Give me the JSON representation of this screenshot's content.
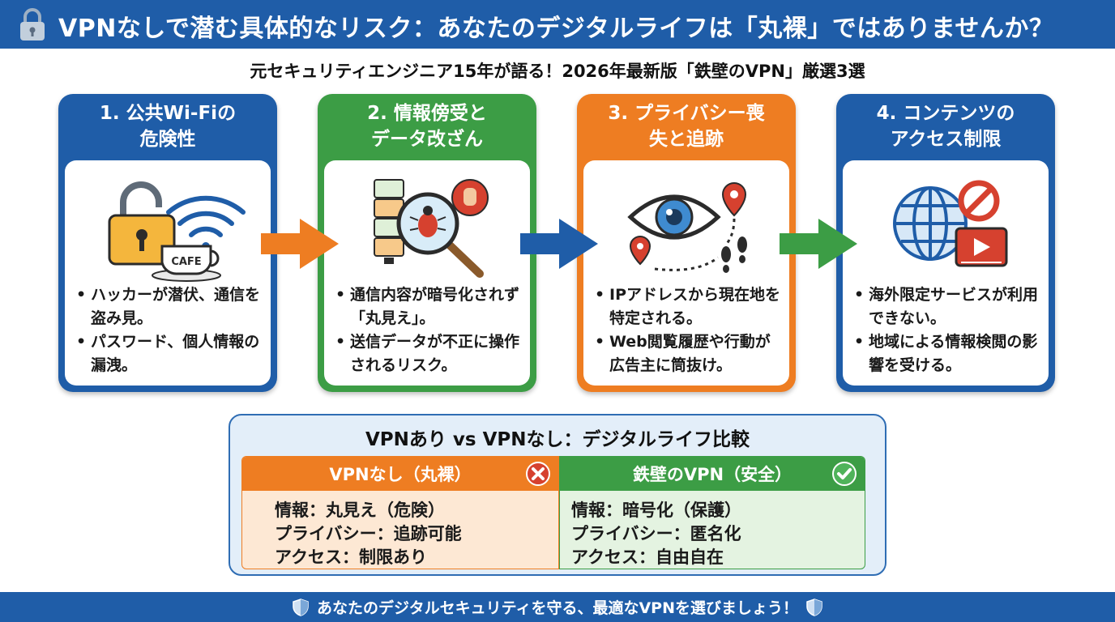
{
  "header": {
    "title": "VPNなしで潜む具体的なリスク：あなたのデジタルライフは「丸裸」ではありませんか？"
  },
  "subtitle": "元セキュリティエンジニア15年が語る！2026年最新版「鉄壁のVPN」厳選3選",
  "cards": [
    {
      "title_lines": [
        "1. 公共Wi-Fiの",
        "危険性"
      ],
      "bullets": [
        "ハッカーが潜伏、通信を盗み見。",
        "パスワード、個人情報の漏洩。"
      ],
      "illus_text": "CAFE",
      "color": "#1f5da8"
    },
    {
      "title_lines": [
        "2. 情報傍受と",
        "データ改ざん"
      ],
      "bullets": [
        "通信内容が暗号化されず「丸見え」。",
        "送信データが不正に操作されるリスク。"
      ],
      "color": "#3c9d45"
    },
    {
      "title_lines": [
        "3. プライバシー喪",
        "失と追跡"
      ],
      "bullets": [
        "IPアドレスから現在地を特定される。",
        "Web閲覧履歴や行動が広告主に筒抜け。"
      ],
      "color": "#ee7d22"
    },
    {
      "title_lines": [
        "4. コンテンツの",
        "アクセス制限"
      ],
      "bullets": [
        "海外限定サービスが利用できない。",
        "地域による情報検閲の影響を受ける。"
      ],
      "color": "#1f5da8"
    }
  ],
  "comparison": {
    "title": "VPNあり vs VPNなし：デジタルライフ比較",
    "without": {
      "heading": "VPNなし（丸裸）",
      "lines": [
        "情報：丸見え（危険）",
        "プライバシー：追跡可能",
        "アクセス：制限あり"
      ],
      "color": "#ee7d22"
    },
    "with": {
      "heading": "鉄壁のVPN（安全）",
      "lines": [
        "情報：暗号化（保護）",
        "プライバシー：匿名化",
        "アクセス：自由自在"
      ],
      "color": "#3c9d45"
    }
  },
  "footer": {
    "text": "あなたのデジタルセキュリティを守る、最適なVPNを選びましょう！"
  },
  "icons": [
    "lock-icon",
    "wifi-icon",
    "padlock-open-icon",
    "coffee-cup-icon",
    "server-icon",
    "magnifier-bug-icon",
    "stop-hand-icon",
    "eye-icon",
    "location-pin-icon",
    "footprints-icon",
    "globe-icon",
    "prohibited-icon",
    "video-player-icon",
    "arrow-right-icon",
    "x-circle-icon",
    "check-circle-icon",
    "shield-icon"
  ]
}
